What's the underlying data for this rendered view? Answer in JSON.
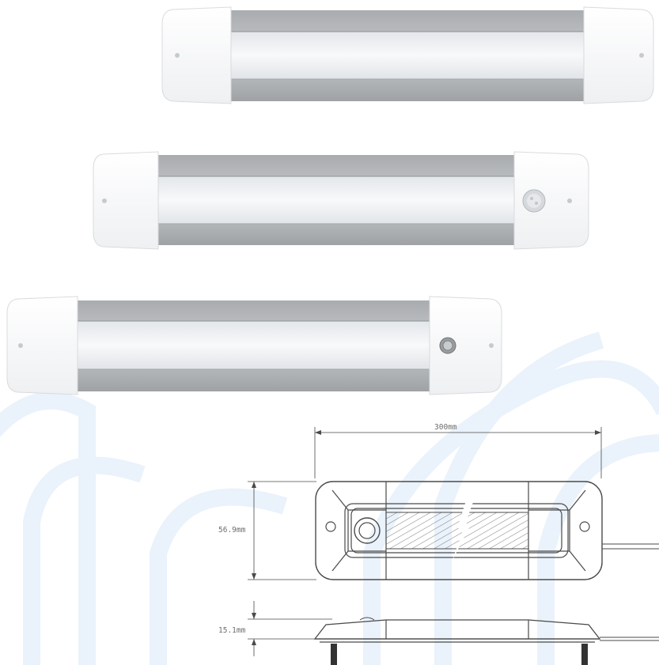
{
  "background_art": {
    "watermark_color": "#eaf2fb"
  },
  "products": [
    {
      "variant": "plain",
      "control": "none-icon"
    },
    {
      "variant": "sensor",
      "control": "motion-sensor-icon"
    },
    {
      "variant": "switch",
      "control": "push-switch-icon"
    }
  ],
  "drawing": {
    "length_label": "300mm",
    "width_label": "56.9mm",
    "height_label": "15.1mm"
  },
  "colors": {
    "housing": "#ffffff",
    "aluminium": "#b8bbbe",
    "diffuser": "#f1f3f5",
    "line": "#4a4a4a"
  }
}
